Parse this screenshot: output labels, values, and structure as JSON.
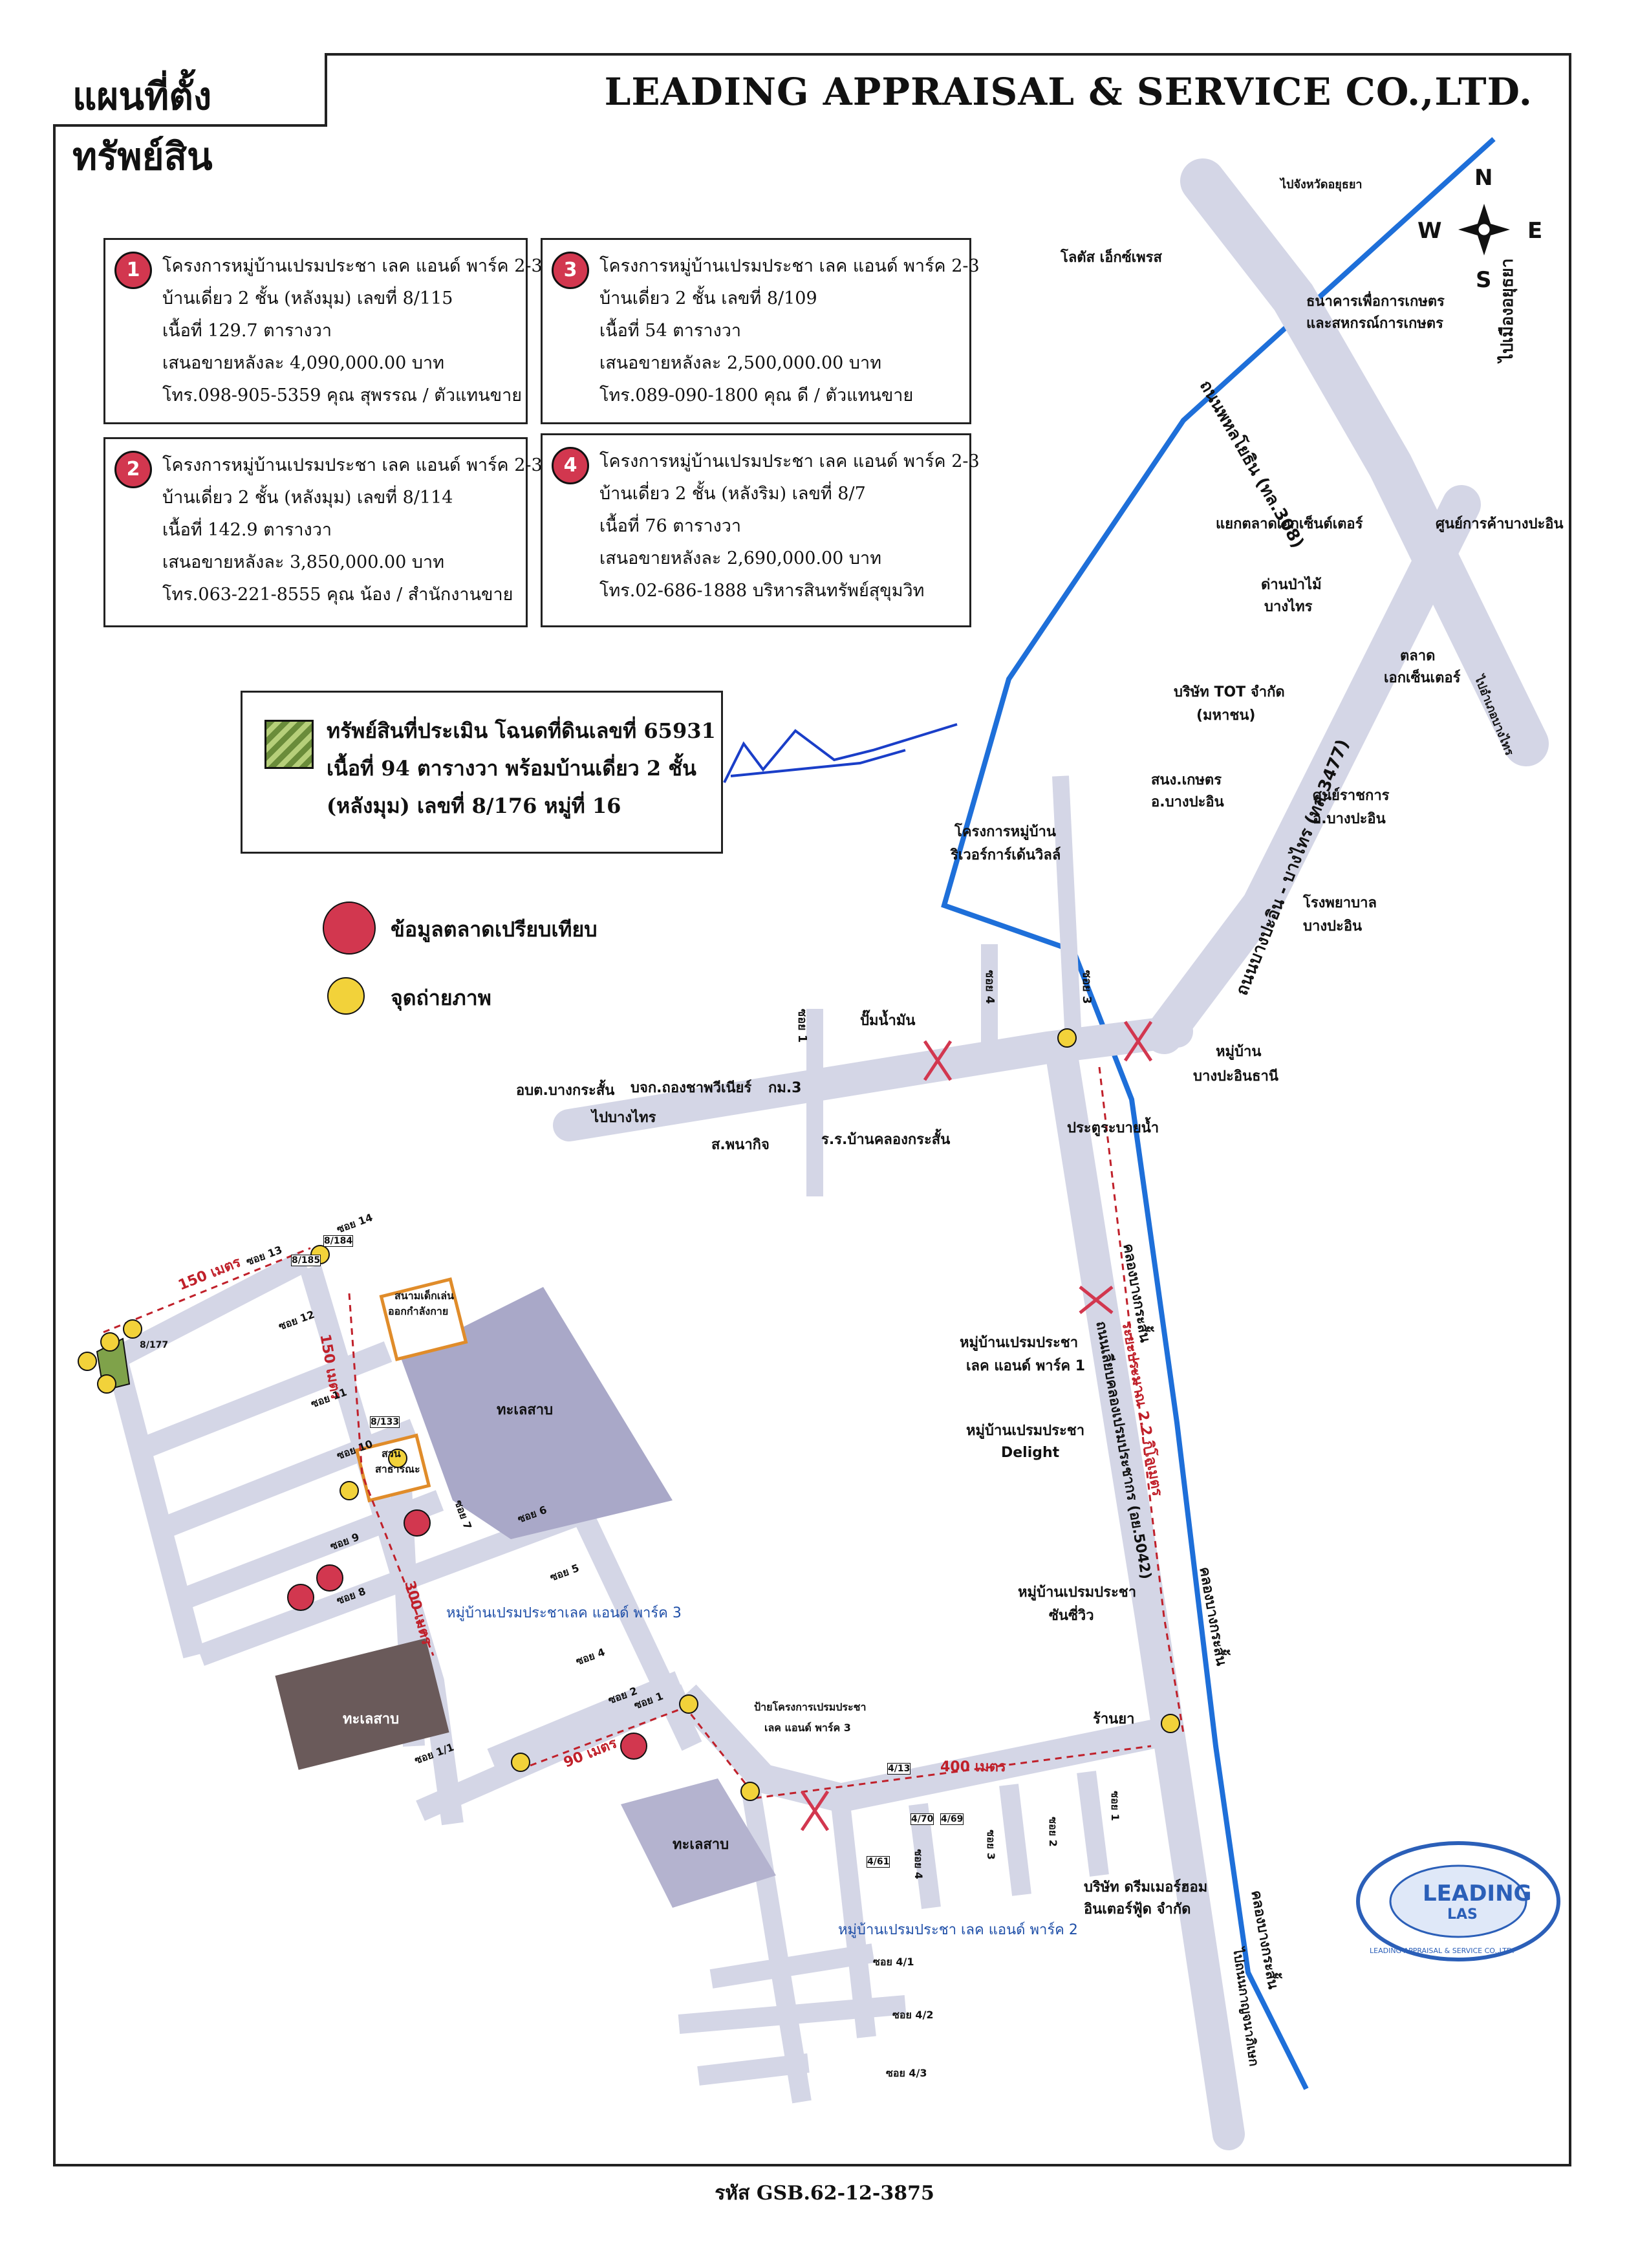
{
  "header": {
    "title": "แผนที่ตั้งทรัพย์สิน",
    "company": "LEADING APPRAISAL & SERVICE CO.,LTD."
  },
  "listings": [
    {
      "num": "1",
      "line1": "โครงการหมู่บ้านเปรมประชา เลค แอนด์ พาร์ค 2-3",
      "line2": "บ้านเดี่ยว 2 ชั้น (หลังมุม) เลขที่ 8/115",
      "line3": "เนื้อที่ 129.7 ตารางวา",
      "line4": "เสนอขายหลังละ 4,090,000.00 บาท",
      "line5": "โทร.098-905-5359 คุณ สุพรรณ / ตัวแทนขาย"
    },
    {
      "num": "2",
      "line1": "โครงการหมู่บ้านเปรมประชา เลค แอนด์ พาร์ค 2-3",
      "line2": "บ้านเดี่ยว 2 ชั้น (หลังมุม) เลขที่ 8/114",
      "line3": "เนื้อที่ 142.9 ตารางวา",
      "line4": "เสนอขายหลังละ 3,850,000.00 บาท",
      "line5": "โทร.063-221-8555 คุณ น้อง / สำนักงานขาย"
    },
    {
      "num": "3",
      "line1": "โครงการหมู่บ้านเปรมประชา เลค แอนด์ พาร์ค 2-3",
      "line2": "บ้านเดี่ยว 2 ชั้น เลขที่ 8/109",
      "line3": "เนื้อที่ 54 ตารางวา",
      "line4": "เสนอขายหลังละ 2,500,000.00 บาท",
      "line5": "โทร.089-090-1800 คุณ ดี / ตัวแทนขาย"
    },
    {
      "num": "4",
      "line1": "โครงการหมู่บ้านเปรมประชา เลค แอนด์ พาร์ค 2-3",
      "line2": "บ้านเดี่ยว 2 ชั้น (หลังริม) เลขที่ 8/7",
      "line3": "เนื้อที่ 76 ตารางวา",
      "line4": "เสนอขายหลังละ 2,690,000.00 บาท",
      "line5": "โทร.02-686-1888 บริหารสินทรัพย์สุขุมวิท"
    }
  ],
  "subject": {
    "line1": "ทรัพย์สินที่ประเมิน โฉนดที่ดินเลขที่ 65931",
    "line2": "เนื้อที่ 94 ตารางวา พร้อมบ้านเดี่ยว 2 ชั้น",
    "line3": "(หลังมุม) เลขที่ 8/176 หมู่ที่ 16"
  },
  "legend": {
    "market": "ข้อมูลตลาดเปรียบเทียบ",
    "photo": "จุดถ่ายภาพ"
  },
  "compass": {
    "n": "N",
    "s": "S",
    "e": "E",
    "w": "W"
  },
  "places": {
    "lotus": "โลตัส เอ็กซ์เพรส",
    "bank": "ธนาคารเพื่อการเกษตร",
    "bank2": "และสหกรณ์การเกษตร",
    "ayutthaya": "ไปจังหวัดอยุธยา",
    "phahon": "ถนนพหลโยธิน (ทล.308)",
    "to_ayutthaya": "ไปเมืองอยุธยา",
    "junction": "แยกตลาดเอกเซ็นต์เตอร์",
    "shopping": "ศูนย์การค้าบางปะอิน",
    "forest1": "ด่านป่าไม้",
    "forest2": "บางไทร",
    "market1": "ตลาด",
    "market2": "เอกเซ็นเตอร์",
    "to_bangsai": "ไปอำเภอบางไทร",
    "tot1": "บริษัท TOT จำกัด",
    "tot2": "(มหาชน)",
    "bangpain_road": "ถนนบางปะอิน - บางไทร (ทล.3477)",
    "agri1": "สนง.เกษตร",
    "agri2": "อ.บางปะอิน",
    "gov1": "ศูนย์ราชการ",
    "gov2": "อ.บางปะอิน",
    "hosp1": "โรงพยาบาล",
    "hosp2": "บางปะอิน",
    "river1": "โครงการหมู่บ้าน",
    "river2": "ริเวอร์การ์เด้นวิลล์",
    "dhani1": "หมู่บ้าน",
    "dhani2": "บางปะอินธานี",
    "obt": "อบต.บางกระสั้น",
    "company_farm": "บจก.ถองชาพวีเนียร์",
    "km3": "กม.3",
    "gas": "ปั๊มน้ำมัน",
    "to_bangsai_left": "ไปบางไทร",
    "police": "ส.พนากิจ",
    "school": "ร.ร.บ้านคลองกระสั้น",
    "gate": "ประตูระบายน้ำ",
    "soi3": "ซอย 3",
    "soi4": "ซอย 4",
    "soi1": "ซอย 1",
    "canal1": "คลองบางกระสั้น",
    "canal2": "คลองบางกระสั้น",
    "canal3": "คลองบางกระสั้น",
    "prem1_1": "หมู่บ้านเปรมประชา",
    "prem1_2": "เลค แอนด์ พาร์ค 1",
    "delight1": "หมู่บ้านเปรมประชา",
    "delight2": "Delight",
    "sunview1": "หมู่บ้านเปรมประชา",
    "sunview2": "ซันซี่วิว",
    "road_prem": "ถนนเลียบคลองเปรมประชากร (อย.5042)",
    "dist22": "ระยะประมาณ 2.2 กิโลเมตร",
    "to_bangkok": "ไปถนนกาญจนาภิเษก",
    "pharm": "ร้านยา",
    "inter1": "บริษัท ดรีมเมอร์ฮอม",
    "inter2": "อินเตอร์ฟู้ด จำกัด",
    "park3": "หมู่บ้านเปรมประชาเลค แอนด์ พาร์ค 3",
    "park2": "หมู่บ้านเปรมประชา เลค แอนด์ พาร์ค 2",
    "sign1": "ป้ายโครงการเปรมประชา",
    "sign2": "เลค แอนด์ พาร์ค 3",
    "playground1": "สนามเด็กเล่น",
    "playground2": "ออกกำลังกาย",
    "garden1": "สวน",
    "garden2": "สาธารณะ",
    "lake": "ทะเลสาบ",
    "d150a": "150 เมตร",
    "d150b": "150 เมตร",
    "d300": "300 เมตร",
    "d90": "90 เมตร",
    "d400": "400 เมตร",
    "s14": "ซอย 14",
    "s13": "ซอย 13",
    "s12": "ซอย 12",
    "s11": "ซอย 11",
    "s10": "ซอย 10",
    "s9": "ซอย 9",
    "s8": "ซอย 8",
    "s7": "ซอย 7",
    "s6": "ซอย 6",
    "s5": "ซอย 5",
    "s4": "ซอย 4",
    "s2": "ซอย 2",
    "s1": "ซอย 1",
    "s1_1": "ซอย 1/1",
    "s4_1": "ซอย 4/1",
    "s4_2": "ซอย 4/2",
    "s4_3": "ซอย 4/3",
    "s4b": "ซอย 4",
    "s3b": "ซอย 3",
    "s2b": "ซอย 2",
    "s1b": "ซอย 1",
    "h8184": "8/184",
    "h8185": "8/185",
    "h8177": "8/177",
    "h8133": "8/133",
    "h413": "4/13",
    "h470": "4/70",
    "h469": "4/69",
    "h461": "4/61"
  },
  "footer": {
    "code": "รหัส GSB.62-12-3875"
  },
  "stamp": {
    "text": "LEADING",
    "sub": "LAS",
    "ring": "LEADING APPRAISAL & SERVICE CO.,LTD."
  },
  "colors": {
    "road": "#d4d6e6",
    "canal": "#1e6fd9",
    "marker": "#d2374f",
    "photo": "#f2d23a",
    "dashed": "#c0202a"
  }
}
